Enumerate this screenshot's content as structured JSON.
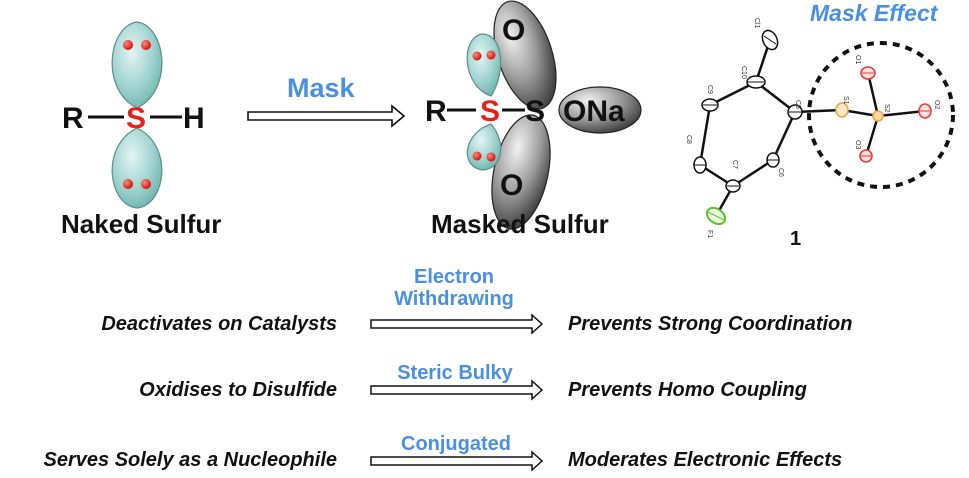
{
  "colors": {
    "accent_blue": "#4a8fe0",
    "sulfur_red": "#e8201c",
    "lone_pair_fill": "#9fd3cf",
    "oxygen_gray": "#8a8a8a"
  },
  "top": {
    "naked": {
      "r": "R",
      "s": "S",
      "h": "H",
      "caption": "Naked Sulfur"
    },
    "mask_arrow_label": "Mask",
    "masked": {
      "r": "R",
      "s1": "S",
      "s2": "S",
      "o_top": "O",
      "o_bottom": "O",
      "ona": "ONa",
      "caption": "Masked Sulfur"
    },
    "crystal": {
      "title": "Mask Effect",
      "compound_number": "1",
      "atom_labels": [
        "Cl1",
        "C10",
        "C5",
        "C9",
        "C8",
        "C6",
        "C7",
        "F1",
        "S1",
        "S2",
        "O1",
        "O2",
        "O3"
      ]
    }
  },
  "rows": [
    {
      "left": "Deactivates on Catalysts",
      "arrow_label": "Electron\nWithdrawing",
      "right": "Prevents Strong Coordination"
    },
    {
      "left": "Oxidises to Disulfide",
      "arrow_label": "Steric Bulky",
      "right": "Prevents Homo Coupling"
    },
    {
      "left": "Serves Solely as  a Nucleophile",
      "arrow_label": "Conjugated",
      "right": "Moderates Electronic Effects"
    }
  ]
}
